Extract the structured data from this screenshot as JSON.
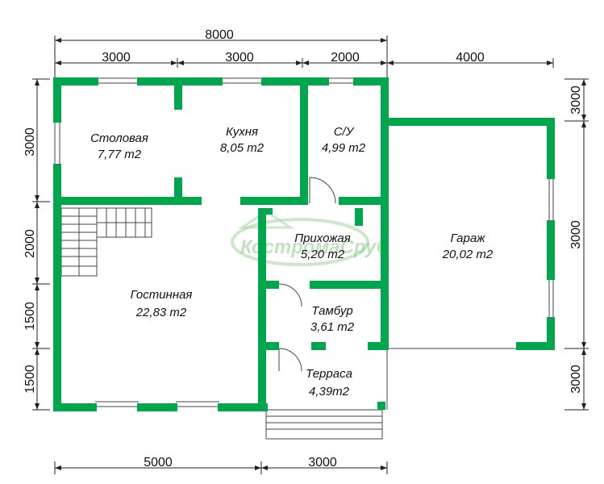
{
  "colors": {
    "wall": "#00a64b",
    "line": "#222222",
    "watermark": "#7fbf7f"
  },
  "dimensions": {
    "top_total": "8000",
    "top_1": "3000",
    "top_2": "3000",
    "top_3": "2000",
    "top_4": "4000",
    "left_1": "3000",
    "left_2": "2000",
    "left_3": "1500",
    "left_4": "1500",
    "right_1": "3000",
    "right_2": "3000",
    "right_3": "3000",
    "bottom_1": "5000",
    "bottom_2": "3000"
  },
  "rooms": [
    {
      "name": "Столовая",
      "area": "7,77 m2"
    },
    {
      "name": "Кухня",
      "area": "8,05 m2"
    },
    {
      "name": "С/У",
      "area": "4,99 m2"
    },
    {
      "name": "Прихожая",
      "area": "5,20 m2"
    },
    {
      "name": "Гараж",
      "area": "20,02 m2"
    },
    {
      "name": "Гостинная",
      "area": "22,83 m2"
    },
    {
      "name": "Тамбур",
      "area": "3,61 m2"
    },
    {
      "name": "Терраса",
      "area": "4,39m2"
    }
  ],
  "watermark": {
    "text": "КостромаСруб"
  }
}
